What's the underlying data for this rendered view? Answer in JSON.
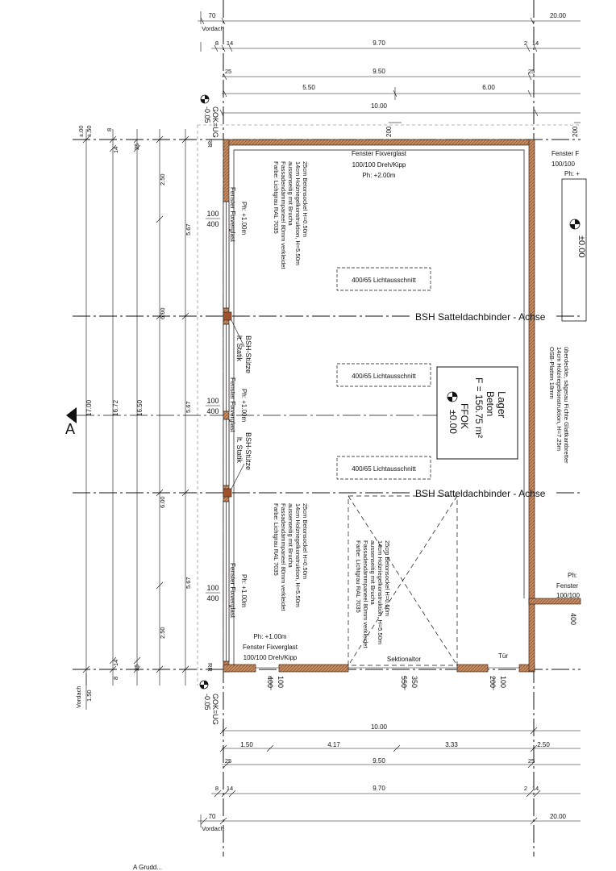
{
  "dims": {
    "top": {
      "r1": [
        "70",
        "20.00"
      ],
      "vordach": "Vordach",
      "r2": [
        "8",
        "14",
        "9.70",
        "2",
        "14"
      ],
      "r3": [
        "25",
        "9.50",
        "25"
      ],
      "r4": [
        "5.50",
        "6.00"
      ],
      "r5": [
        "10.00"
      ],
      "stubs": [
        "200",
        "200"
      ]
    },
    "left": {
      "levels": [
        "±.50",
        "±.00"
      ],
      "small": [
        "8",
        "14",
        "25"
      ],
      "small_bottom": [
        "14",
        "8",
        "25"
      ],
      "chain": [
        "2.50",
        "5.67",
        "6.00",
        "5.67",
        "6.00",
        "5.67",
        "2.50"
      ],
      "overall": [
        "17.00",
        "16.72",
        "16.50"
      ],
      "bottom": [
        "1.50",
        "Vordach"
      ]
    },
    "bottom": {
      "r1": [
        "10.00"
      ],
      "r2": [
        "1.50",
        "4.17",
        "3.33",
        "2.50"
      ],
      "r3": [
        "25",
        "9.50",
        "25"
      ],
      "r4": [
        "8",
        "14",
        "9.70",
        "2",
        "14"
      ],
      "r5": [
        "70",
        "20.00"
      ],
      "vordach": "Vordach"
    }
  },
  "levels": {
    "gok_top": "GOK=UG",
    "gok_top_val": "-0.05",
    "gok_bottom": "GOK=UG",
    "gok_bottom_val": "-0.05",
    "rr_top": "RR",
    "rr_bottom": "RR",
    "right_mark": "±0.00"
  },
  "section_mark": "A",
  "openings": {
    "left_windows": [
      {
        "top": "100",
        "bottom": "400",
        "title": "Fenster Fixverglast",
        "ph": "Ph: +1.00m"
      },
      {
        "top": "100",
        "bottom": "400",
        "title": "Fenster Fixverglast",
        "ph": "Ph: +1.00m"
      },
      {
        "top": "100",
        "bottom": "400",
        "title": "Fenster Fixverglast",
        "ph": "Ph: +1.00m"
      }
    ],
    "bottom_openings": [
      {
        "top": "100",
        "bottom": "400"
      },
      {
        "top": "350",
        "bottom": "550"
      },
      {
        "top": "100",
        "bottom": "200"
      }
    ],
    "right_window": {
      "top": "400",
      "label1": "Ph:",
      "label2": "Fenster",
      "label3": "100/100"
    },
    "sektionaltor": "Sektionaltor",
    "tuer": "Tür"
  },
  "notes": {
    "top_window": [
      "Fenster Fixverglast",
      "100/100 Dreh/Kipp",
      "Ph: +2.00m"
    ],
    "right_top_window": [
      "Fenster F",
      "100/100",
      "Ph: +"
    ],
    "bottom_window": [
      "Fenster Fixverglast",
      "100/100 Dreh/Kipp",
      "Ph: +1.00m"
    ],
    "wall_note": [
      "25cm Betonsockel H=0.50m",
      "14cm Holzriegelkonstruktion, H=5.50m",
      "aussenseitig mit Brucha",
      "Fassadendämmpaneel 80mm verkleidet",
      "Farbe: Lichtgrau RAL 7035"
    ],
    "roof_note": [
      "überdeckte, sägerau Fichte Glattkantbretter",
      "14cm Holzriegelkonstruktion, H=7.25m",
      "OSB-Platten 18mm"
    ],
    "column": [
      "BSH-Stütze",
      "lt. Statik"
    ],
    "openings_cut": [
      "400/65 Lichtausschnitt",
      "400/65 Lichtausschnitt",
      "400/65 Lichtausschnitt"
    ],
    "axis": [
      "BSH Satteldachbinder - Achse",
      "BSH Satteldachbinder - Achse"
    ]
  },
  "room": {
    "name": "Lager",
    "floor": "Beton",
    "area": "F = 156.75 m²",
    "ffok": "FFOK",
    "level": "±0.00"
  },
  "footer": "A  Grudd..."
}
